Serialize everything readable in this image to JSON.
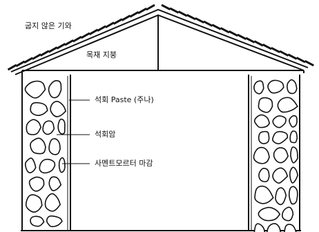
{
  "labels": {
    "roof_tiles": "굽지 않은 기와",
    "wood_roof": "목재 지붕",
    "lime_paste": "석회 Paste (주나)",
    "limestone": "석회암",
    "cement_finish": "사멘트모르터 마감"
  }
}
